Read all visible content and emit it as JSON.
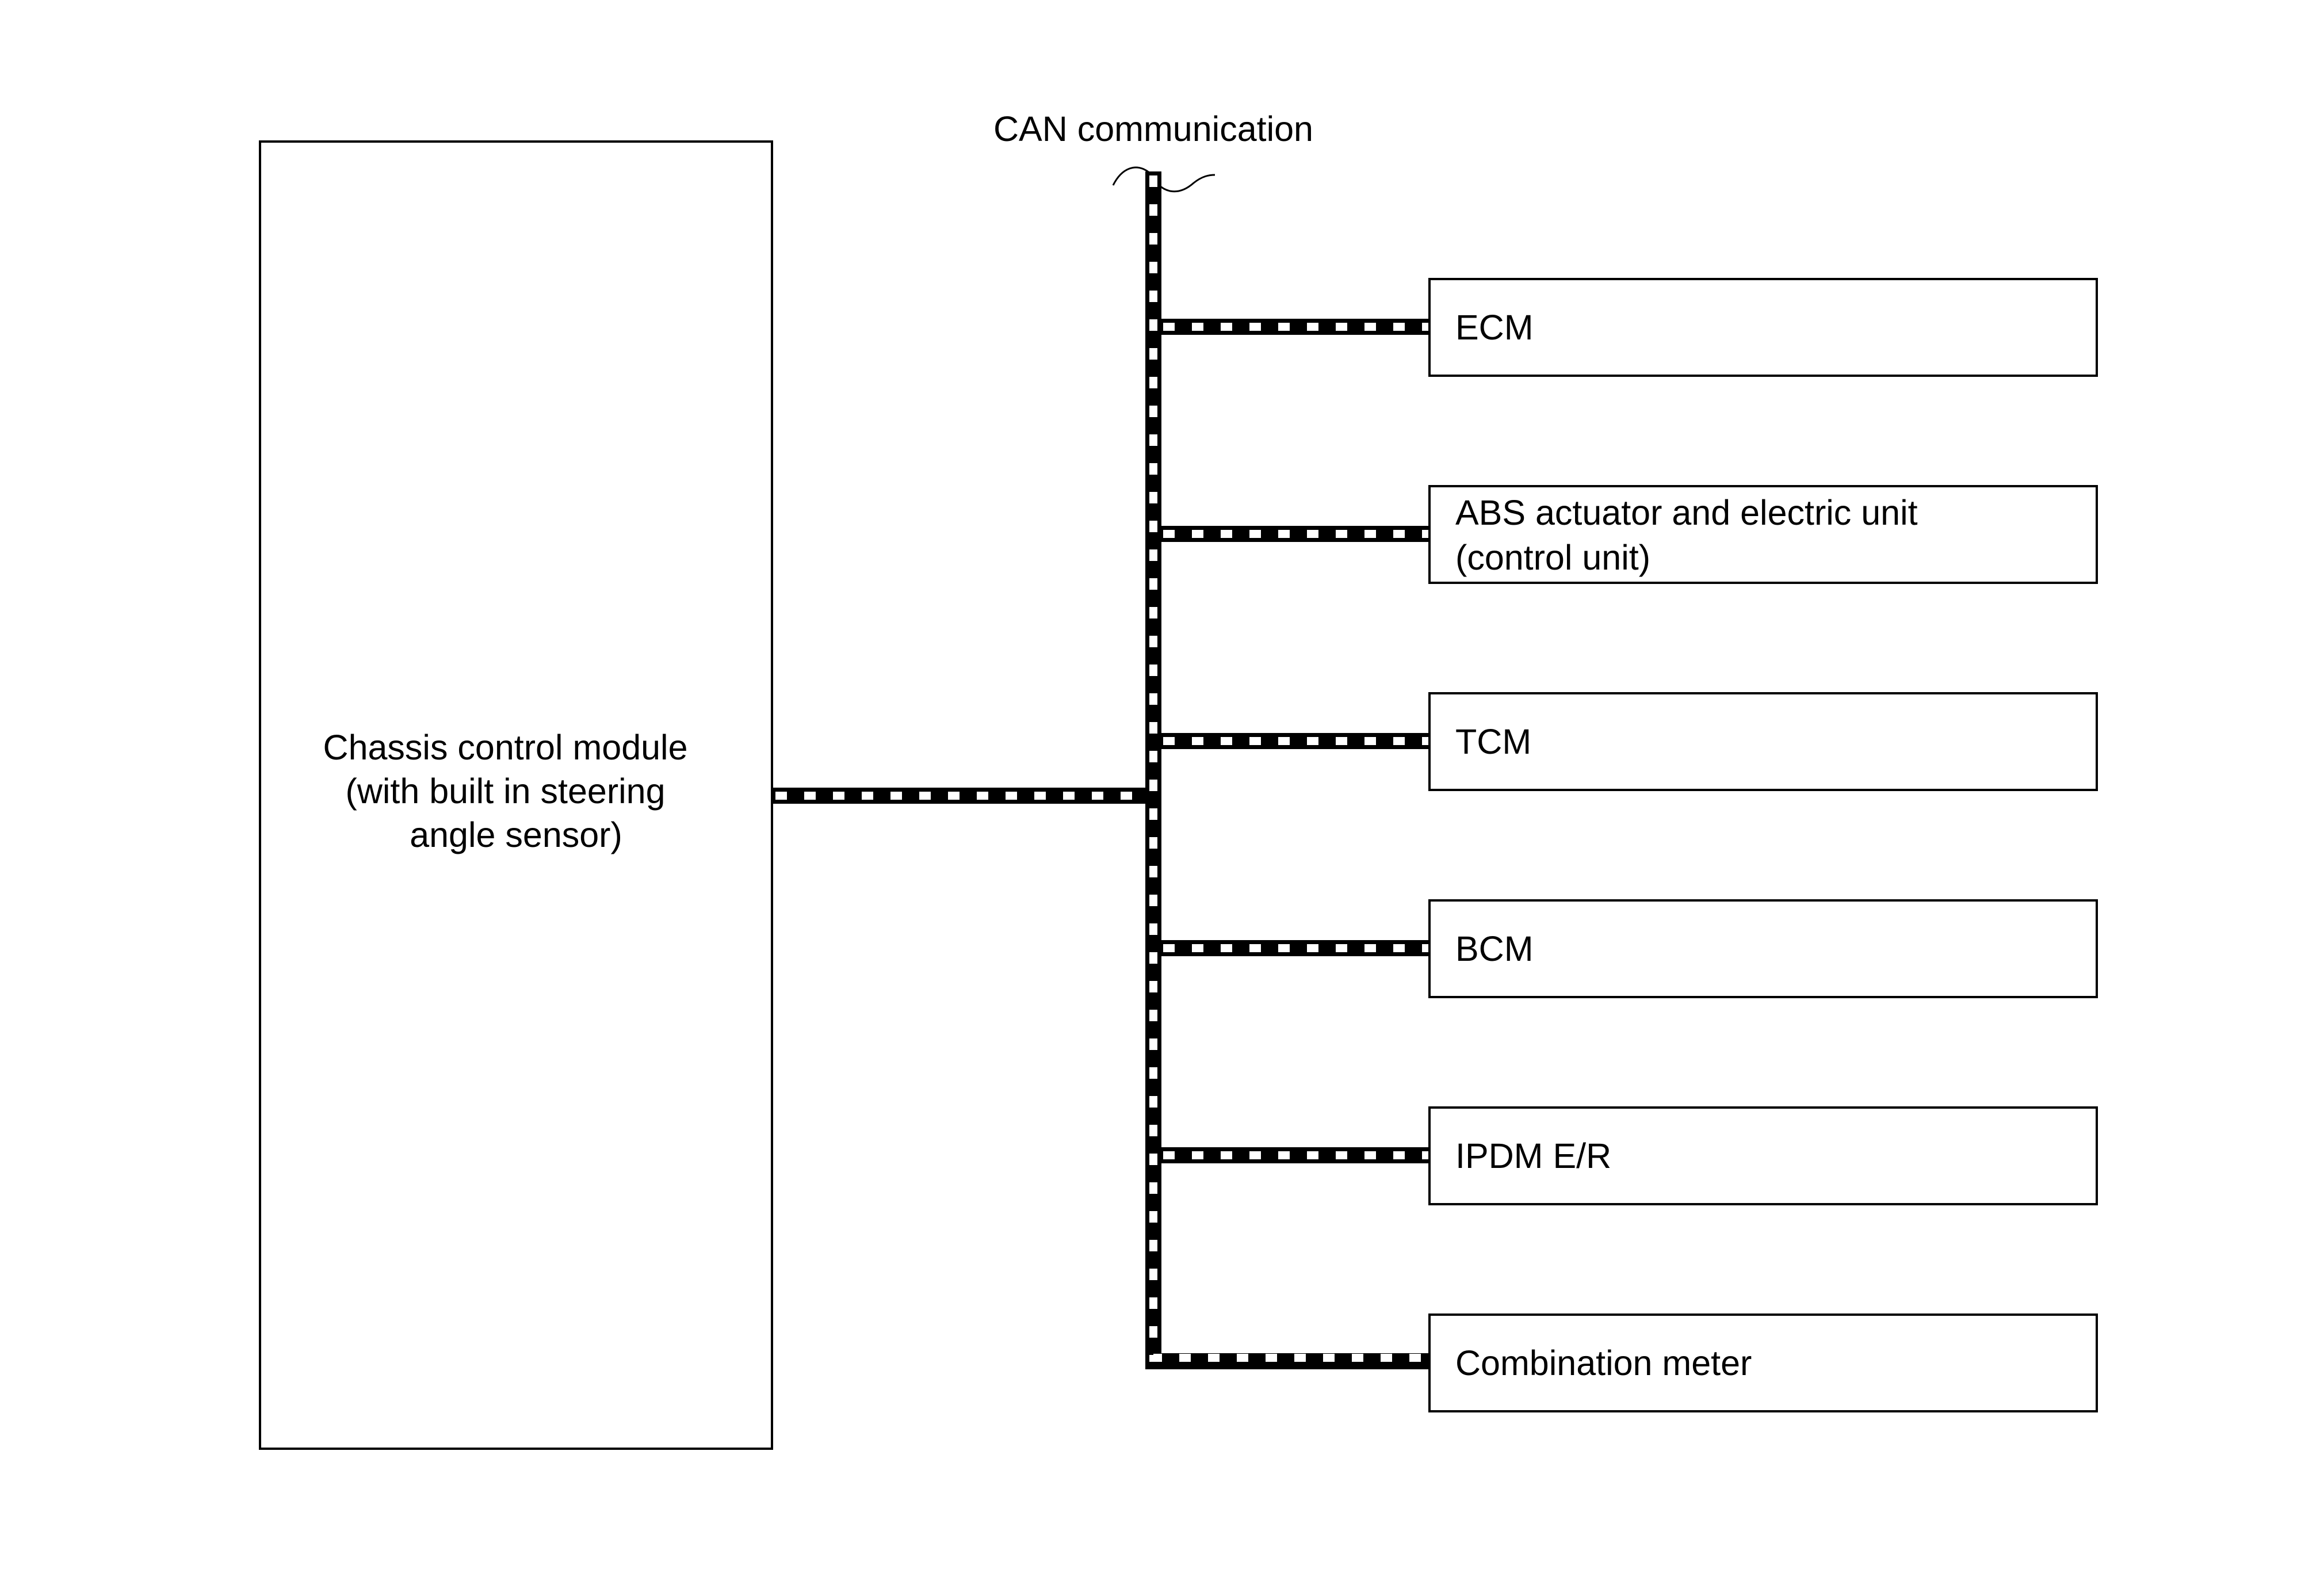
{
  "can_label": "CAN communication",
  "main_module": {
    "line1": "Chassis control module",
    "line2": "(with built in steering",
    "line3": "angle sensor)"
  },
  "units": [
    {
      "line1": "ECM",
      "line2": ""
    },
    {
      "line1": "ABS actuator and electric unit",
      "line2": "(control unit)"
    },
    {
      "line1": "TCM",
      "line2": ""
    },
    {
      "line1": "BCM",
      "line2": ""
    },
    {
      "line1": "IPDM E/R",
      "line2": ""
    },
    {
      "line1": "Combination meter",
      "line2": ""
    }
  ],
  "colors": {
    "line": "#000000",
    "background": "#ffffff"
  }
}
